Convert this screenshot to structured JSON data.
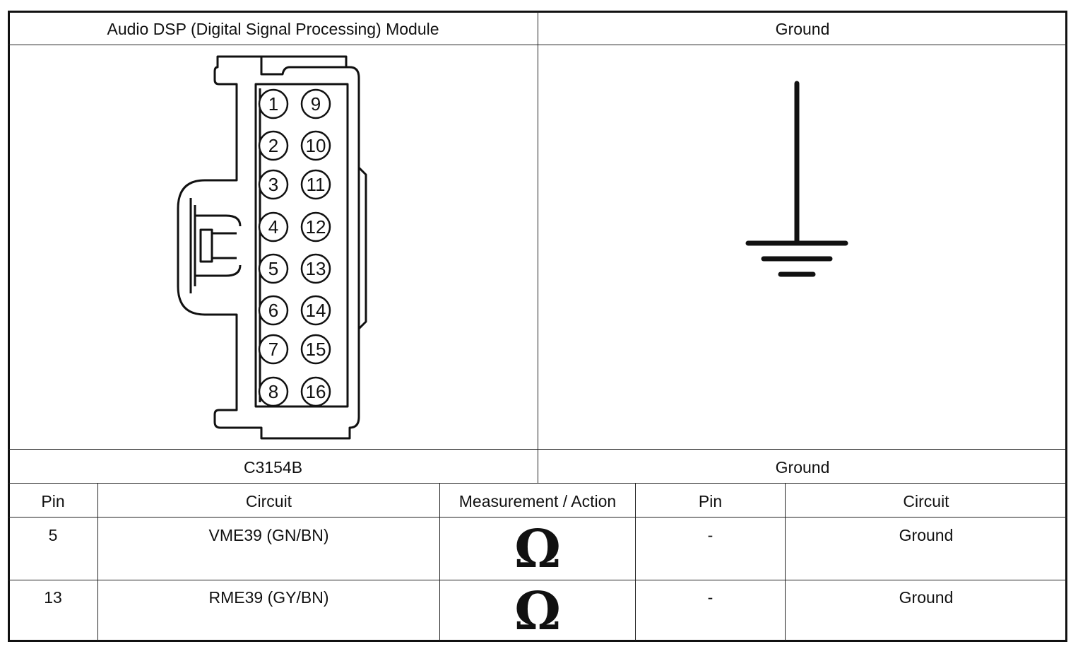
{
  "header": {
    "left_title": "Audio DSP (Digital Signal Processing) Module",
    "right_title": "Ground"
  },
  "connector": {
    "pins_left": [
      "1",
      "2",
      "3",
      "4",
      "5",
      "6",
      "7",
      "8"
    ],
    "pins_right": [
      "9",
      "10",
      "11",
      "12",
      "13",
      "14",
      "15",
      "16"
    ]
  },
  "labels": {
    "left_connector_id": "C3154B",
    "right_connector_id": "Ground"
  },
  "table": {
    "headers": [
      "Pin",
      "Circuit",
      "Measurement / Action",
      "Pin",
      "Circuit"
    ],
    "rows": [
      {
        "pin": "5",
        "circuit": "VME39 (GN/BN)",
        "measurement": "Ω",
        "pin2": "-",
        "circuit2": "Ground"
      },
      {
        "pin": "13",
        "circuit": "RME39 (GY/BN)",
        "measurement": "Ω",
        "pin2": "-",
        "circuit2": "Ground"
      }
    ]
  },
  "icons": [
    "connector-diagram-icon",
    "ground-symbol-icon",
    "ohm-icon"
  ]
}
